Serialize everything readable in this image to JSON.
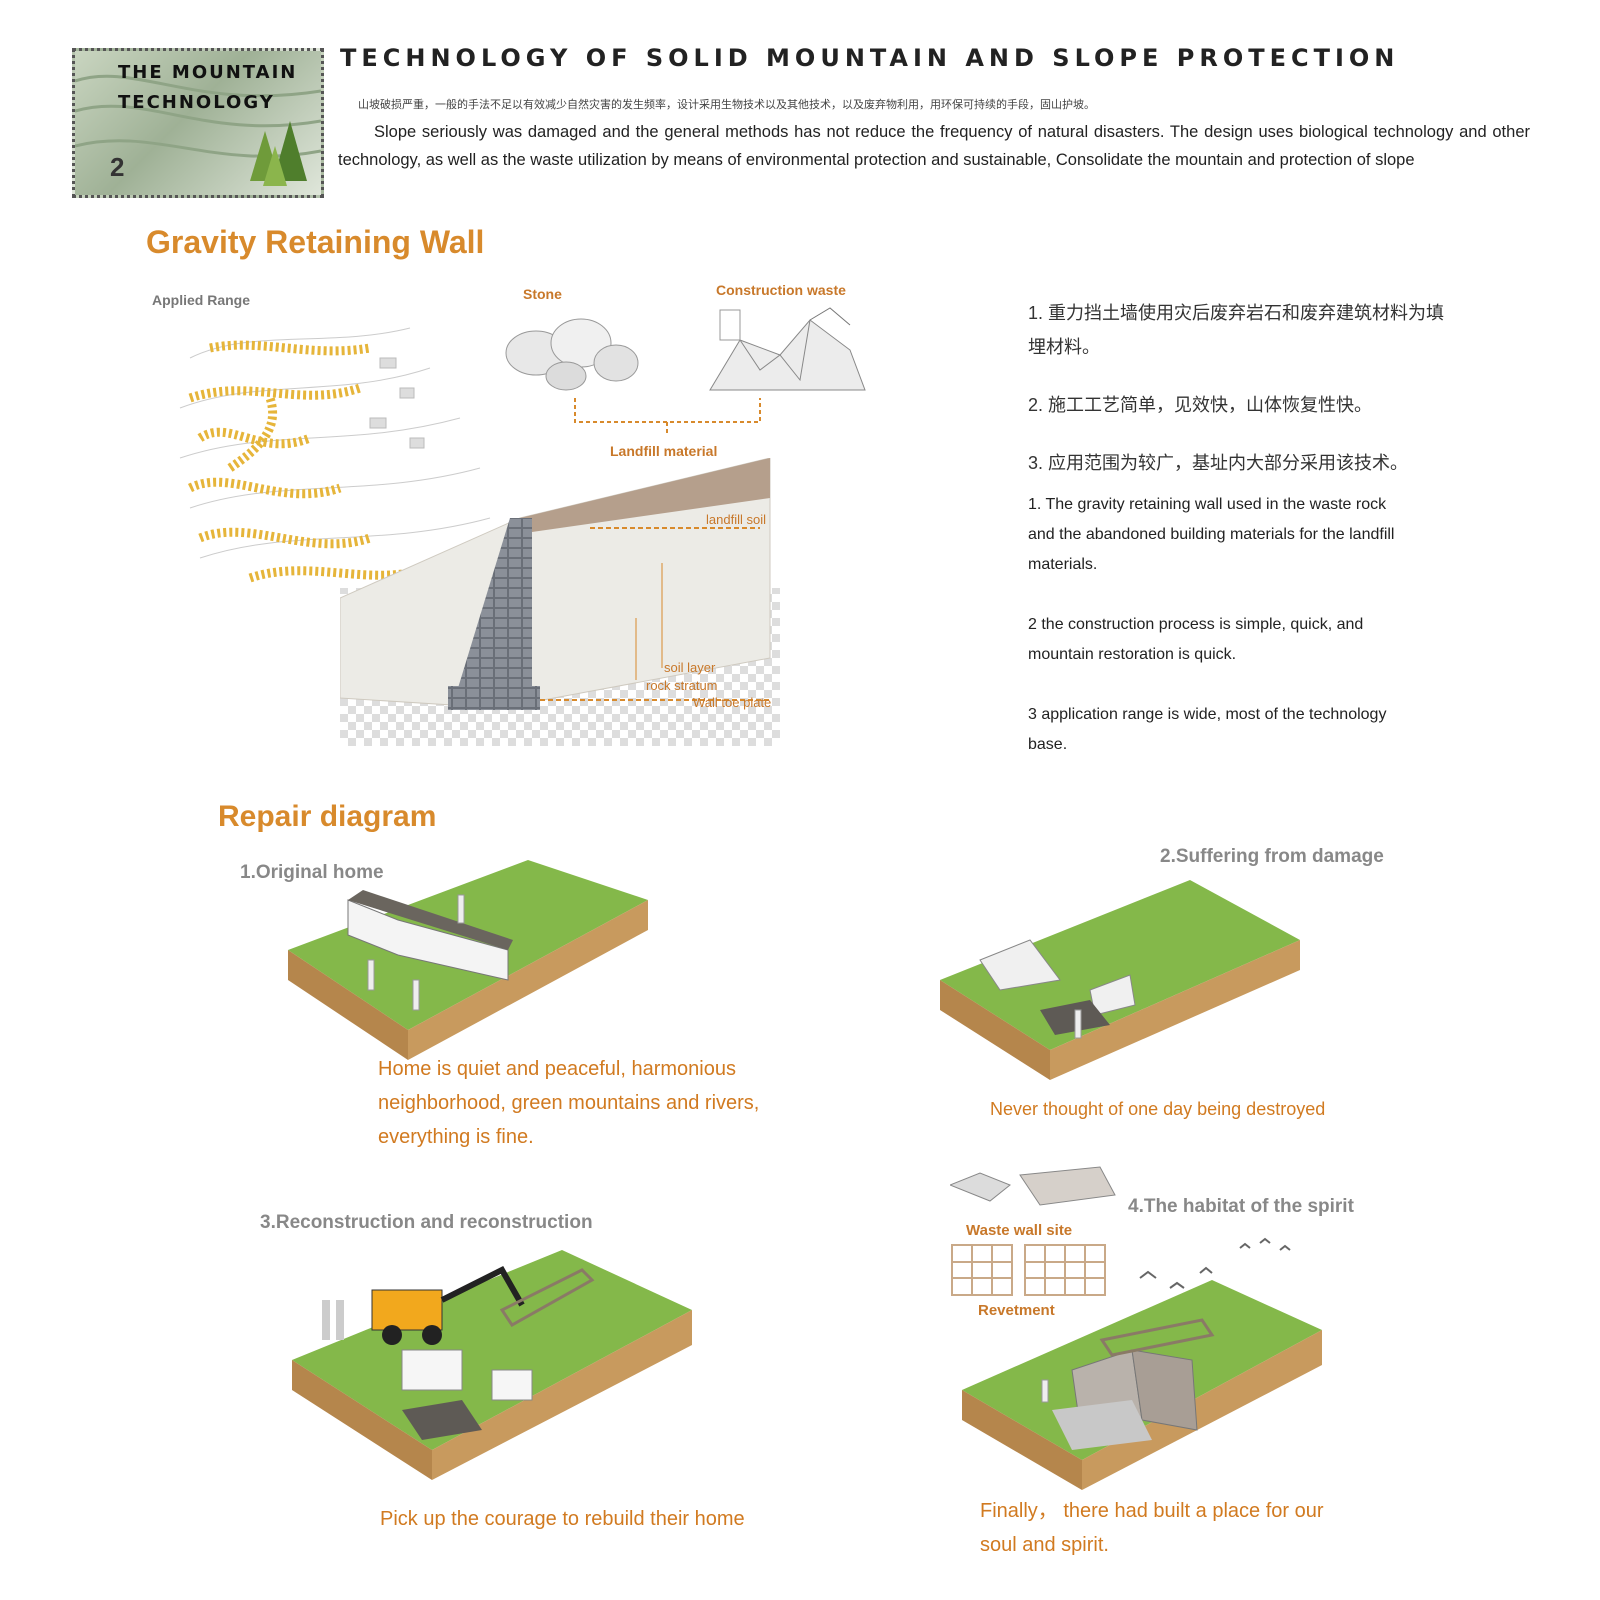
{
  "header": {
    "logo_line1": "The mountain",
    "logo_line2": "technology",
    "logo_number": "2",
    "title": "technology of Solid mountain and slope protection",
    "intro_cn": "山坡破损严重，一般的手法不足以有效减少自然灾害的发生频率，设计采用生物技术以及其他技术，以及废弃物利用，用环保可持续的手段，固山护坡。",
    "intro_en": "Slope seriously was damaged and the general methods has not reduce the frequency of natural disasters. The design uses biological technology and other technology, as well as the waste utilization by means of environmental protection and sustainable, Consolidate the mountain and protection of slope"
  },
  "gravity": {
    "heading": "Gravity Retaining Wall",
    "applied_range": "Applied Range",
    "stone": "Stone",
    "construction_waste": "Construction waste",
    "landfill_material": "Landfill material",
    "landfill_soil": "landfill  soil",
    "soil_layer": "soil layer",
    "rock_stratum": "rock stratum",
    "wall_toe_plate": "Wall toe plate"
  },
  "notes_cn": [
    "1. 重力挡土墙使用灾后废弃岩石和废弃建筑材料为填埋材料。",
    "2. 施工工艺简单，见效快，山体恢复性快。",
    "3. 应用范围为较广，基址内大部分采用该技术。"
  ],
  "notes_en": [
    "1. The gravity retaining wall used in the waste rock and the abandoned building materials for the landfill materials.",
    "2 the construction process is simple, quick, and mountain restoration is quick.",
    "3 application range is wide, most of the technology base."
  ],
  "repair": {
    "heading": "Repair diagram",
    "step1_title": "1.Original home",
    "step1_caption": "Home is quiet and peaceful, harmonious neighborhood, green mountains and rivers, everything is fine.",
    "step2_title": "2.Suffering from damage",
    "step2_caption": "Never thought of one day being destroyed",
    "step3_title": "3.Reconstruction and reconstruction",
    "step3_caption": "Pick up the courage to rebuild their home",
    "step4_title": "4.The habitat of the spirit",
    "step4_caption": "Finally，  there had built a place for our soul and spirit.",
    "waste_wall_site": "Waste wall site",
    "revetment": "Revetment"
  },
  "colors": {
    "accent_orange": "#d88a2c",
    "grass_green": "#7fb547",
    "soil_brown": "#c89a5e"
  }
}
